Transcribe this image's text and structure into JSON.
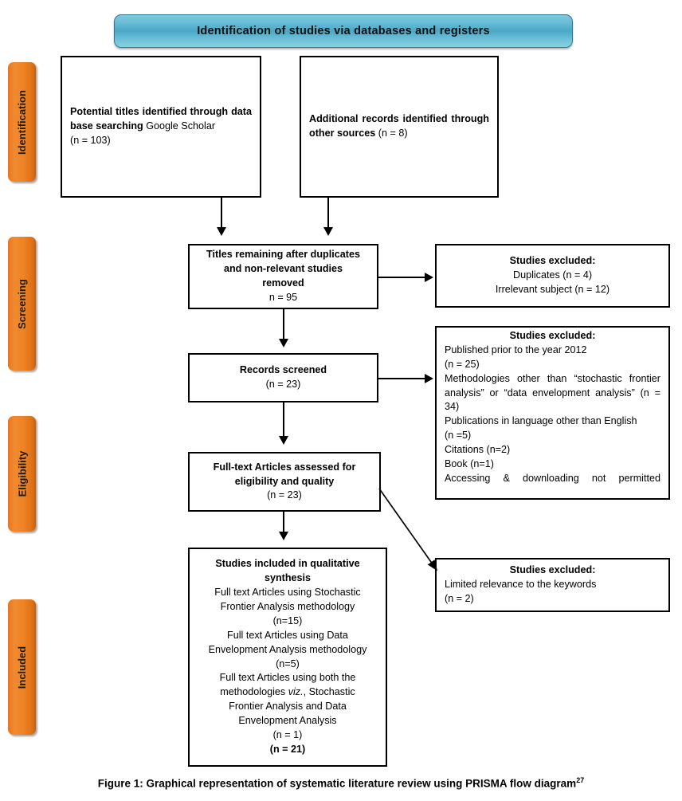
{
  "banner": {
    "title": "Identification of studies via databases and registers"
  },
  "stages": [
    {
      "id": "identification",
      "label": "Identification"
    },
    {
      "id": "screening",
      "label": "Screening"
    },
    {
      "id": "eligibility",
      "label": "Eligibility"
    },
    {
      "id": "included",
      "label": "Included"
    }
  ],
  "boxes": {
    "databases": {
      "bold_text": "Potential titles identified through data base searching",
      "normal_text": "Google Scholar",
      "count": "(n = 103)"
    },
    "additional": {
      "bold_text": "Additional records identified through other sources",
      "count": "(n = 8)"
    },
    "duplicates": {
      "line1": "Titles remaining after duplicates",
      "line2": "and non-relevant studies",
      "line3": "removed",
      "count": "n = 95"
    },
    "excluded_1": {
      "title": "Studies excluded:",
      "line1": "Duplicates (n = 4)",
      "line2": "Irrelevant subject (n = 12)"
    },
    "screened": {
      "title": "Records screened",
      "count": "(n = 23)"
    },
    "excluded_2": {
      "title": "Studies excluded:",
      "line1": "Published prior to the year 2012",
      "line2": "(n = 25)",
      "line3": "Methodologies other than “stochastic frontier analysis” or “data envelopment analysis” (n = 34)",
      "line4": "Publications in language other than English",
      "line5": "(n =5)",
      "line6": "Citations (n=2)",
      "line7": "Book (n=1)",
      "line8": "Accessing & downloading not permitted"
    },
    "fulltext": {
      "line1": "Full-text Articles assessed for",
      "line2": "eligibility and quality",
      "count": "(n = 23)"
    },
    "excluded_3": {
      "title": "Studies excluded:",
      "line1": "Limited relevance to the keywords",
      "line2": "(n = 2)"
    },
    "included": {
      "title_line1": "Studies included in qualitative",
      "title_line2": "synthesis",
      "sfa_line1": "Full text Articles using Stochastic",
      "sfa_line2": "Frontier Analysis methodology",
      "sfa_count": "(n=15)",
      "dea_line1": "Full text Articles using Data",
      "dea_line2": "Envelopment Analysis methodology",
      "dea_count": "(n=5)",
      "both_line1": "Full text Articles using both the",
      "both_line2_pre": "methodologies ",
      "both_line2_italic": "viz.",
      "both_line2_post": ", Stochastic",
      "both_line3": "Frontier Analysis and Data",
      "both_line4": "Envelopment Analysis",
      "both_count": "(n = 1)",
      "total": "(n = 21)"
    }
  },
  "caption": {
    "text": "Figure 1: Graphical representation of systematic literature review using PRISMA flow diagram",
    "superscript": "27"
  },
  "colors": {
    "banner_fill": "#4aa8c6",
    "banner_border": "#2e7a96",
    "stage_fill": "#ef8326",
    "box_border": "#000000",
    "text": "#000000",
    "background": "#ffffff"
  }
}
